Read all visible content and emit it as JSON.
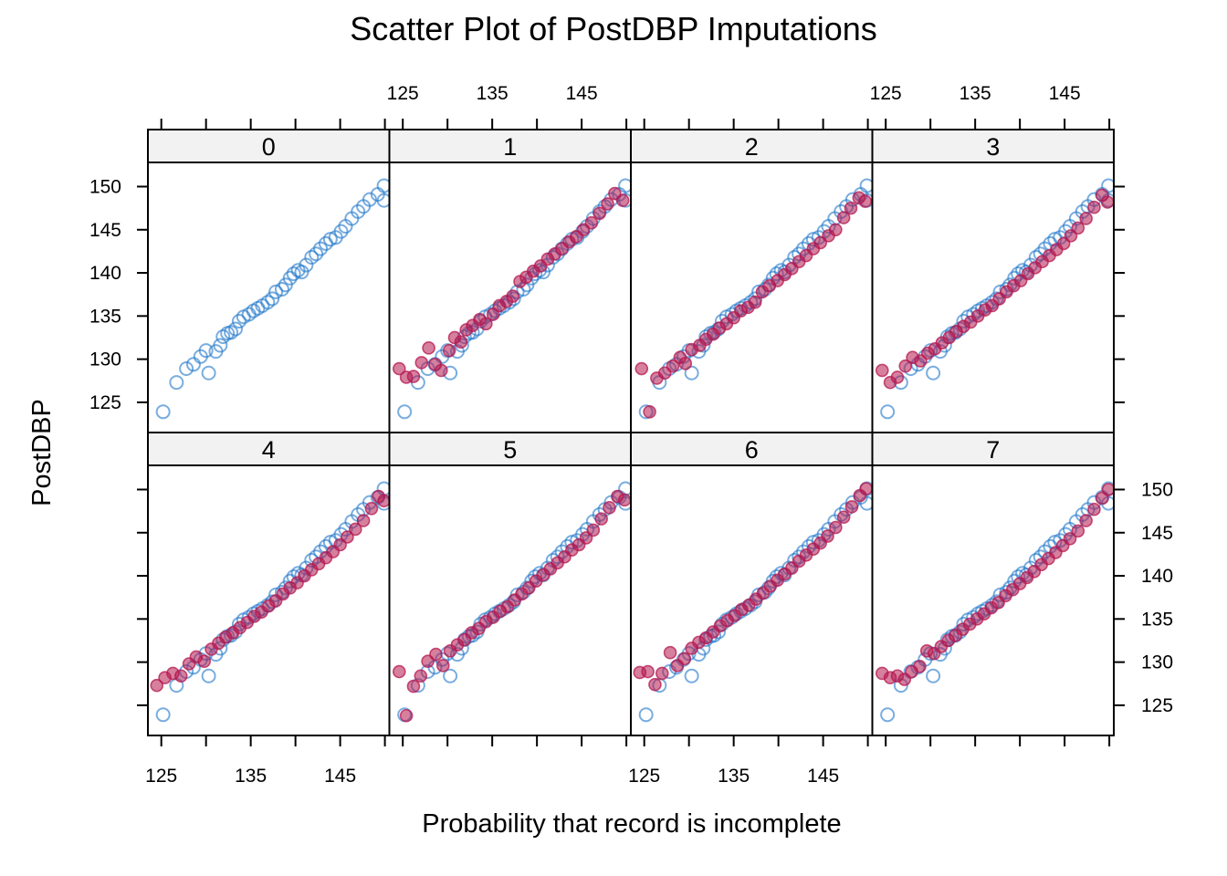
{
  "title": "Scatter Plot of PostDBP Imputations",
  "chart_data": {
    "type": "scatter",
    "title": "Scatter Plot of PostDBP Imputations",
    "xlabel": "Probability that record is incomplete",
    "ylabel": "PostDBP",
    "xlim": [
      123.5,
      150.5
    ],
    "ylim": [
      121.5,
      152.8
    ],
    "x_ticks": [
      125,
      130,
      135,
      140,
      145,
      150
    ],
    "x_tick_labels": [
      "125",
      "135",
      "145"
    ],
    "y_ticks": [
      125,
      130,
      135,
      140,
      145,
      150
    ],
    "y_tick_labels": [
      "125",
      "130",
      "135",
      "140",
      "145",
      "150"
    ],
    "panel_labels": [
      "0",
      "1",
      "2",
      "3",
      "4",
      "5",
      "6",
      "7"
    ],
    "grid": false,
    "legend": "none",
    "colors": {
      "observed": "#1f77c9",
      "imputed": "#b5174f",
      "strip_background": "#f2f2f2"
    },
    "series": [
      {
        "role": "observed",
        "x": [
          125.2,
          126.7,
          127.8,
          128.6,
          129.4,
          130.0,
          130.3,
          131.1,
          131.6,
          131.9,
          132.4,
          132.8,
          133.3,
          133.7,
          134.2,
          134.8,
          135.3,
          135.8,
          136.3,
          136.9,
          137.4,
          137.8,
          138.5,
          138.9,
          139.4,
          139.8,
          140.3,
          140.7,
          141.2,
          141.8,
          142.3,
          142.8,
          143.4,
          143.9,
          144.5,
          145.1,
          145.6,
          146.3,
          147.0,
          147.6,
          148.3,
          149.2,
          149.9,
          149.9
        ],
        "y": [
          123.9,
          127.3,
          128.9,
          129.4,
          130.3,
          131.0,
          128.4,
          130.9,
          131.6,
          132.6,
          133.0,
          133.1,
          133.5,
          134.4,
          134.9,
          135.2,
          135.6,
          135.9,
          136.2,
          136.6,
          137.0,
          137.8,
          138.1,
          138.6,
          139.4,
          139.9,
          140.3,
          140.1,
          140.9,
          141.8,
          142.2,
          142.8,
          143.4,
          143.9,
          144.1,
          144.8,
          145.4,
          146.3,
          147.1,
          147.7,
          148.5,
          149.1,
          150.1,
          148.4
        ]
      },
      {
        "panel": "1",
        "role": "imputed",
        "x": [
          124.6,
          125.4,
          126.2,
          127.1,
          127.9,
          128.6,
          129.3,
          130.2,
          130.8,
          131.5,
          132.1,
          132.8,
          133.6,
          134.3,
          135.1,
          135.8,
          136.6,
          137.3,
          138.1,
          138.8,
          139.6,
          140.4,
          141.2,
          142.0,
          142.8,
          143.6,
          144.4,
          145.2,
          146.1,
          147.0,
          147.9,
          148.7,
          149.6
        ],
        "y": [
          128.9,
          127.9,
          128.0,
          129.6,
          131.3,
          129.4,
          128.7,
          131.0,
          132.5,
          132.0,
          133.4,
          133.9,
          134.6,
          134.1,
          135.2,
          136.2,
          136.7,
          137.3,
          139.0,
          139.5,
          140.2,
          140.8,
          141.6,
          142.2,
          142.8,
          143.6,
          144.2,
          145.0,
          145.8,
          146.9,
          148.0,
          149.2,
          148.4
        ]
      },
      {
        "panel": "2",
        "role": "imputed",
        "x": [
          124.7,
          125.6,
          126.4,
          127.3,
          128.2,
          129.0,
          129.6,
          130.3,
          131.2,
          131.9,
          132.7,
          133.4,
          134.2,
          135.0,
          135.8,
          136.6,
          137.4,
          138.2,
          139.0,
          139.9,
          140.7,
          141.5,
          142.3,
          143.1,
          143.9,
          144.7,
          145.6,
          146.4,
          147.3,
          148.1,
          149.0,
          149.7
        ],
        "y": [
          128.9,
          123.9,
          127.8,
          128.4,
          129.2,
          130.2,
          129.5,
          131.1,
          131.6,
          132.3,
          132.9,
          133.6,
          134.1,
          134.8,
          135.6,
          136.0,
          136.6,
          137.8,
          138.5,
          139.1,
          139.8,
          140.5,
          141.3,
          142.0,
          142.8,
          143.5,
          144.3,
          145.0,
          146.4,
          147.5,
          148.7,
          148.3
        ]
      },
      {
        "panel": "3",
        "role": "imputed",
        "x": [
          124.6,
          125.5,
          126.3,
          127.2,
          128.0,
          128.9,
          129.7,
          130.5,
          131.3,
          132.1,
          132.9,
          133.7,
          134.5,
          135.3,
          136.1,
          136.9,
          137.7,
          138.5,
          139.3,
          140.1,
          140.9,
          141.7,
          142.5,
          143.3,
          144.1,
          144.9,
          145.7,
          146.5,
          147.4,
          148.3,
          149.2,
          149.8
        ],
        "y": [
          128.7,
          127.3,
          127.9,
          129.2,
          130.2,
          129.8,
          130.7,
          131.2,
          131.9,
          132.5,
          133.2,
          133.8,
          134.3,
          135.0,
          135.7,
          136.2,
          137.0,
          137.8,
          138.5,
          139.1,
          139.9,
          140.6,
          141.3,
          142.0,
          142.7,
          143.4,
          144.3,
          145.2,
          146.3,
          147.6,
          149.0,
          148.2
        ]
      },
      {
        "panel": "4",
        "role": "imputed",
        "x": [
          124.5,
          125.4,
          126.3,
          127.2,
          128.1,
          128.9,
          129.8,
          130.6,
          131.4,
          132.2,
          133.0,
          133.8,
          134.6,
          135.4,
          136.2,
          137.0,
          137.8,
          138.6,
          139.4,
          140.2,
          141.0,
          141.8,
          142.6,
          143.4,
          144.2,
          145.0,
          145.8,
          146.7,
          147.6,
          148.5,
          149.3,
          149.9
        ],
        "y": [
          127.3,
          128.2,
          128.7,
          128.4,
          129.8,
          130.6,
          130.1,
          131.5,
          132.2,
          132.9,
          133.4,
          134.0,
          134.6,
          135.3,
          135.8,
          136.5,
          137.1,
          137.9,
          138.6,
          139.2,
          140.0,
          140.7,
          141.4,
          142.1,
          142.8,
          143.6,
          144.5,
          145.4,
          146.4,
          147.8,
          149.2,
          148.7
        ]
      },
      {
        "panel": "5",
        "role": "imputed",
        "x": [
          124.6,
          125.4,
          126.2,
          127.0,
          127.8,
          128.7,
          129.5,
          130.3,
          131.1,
          131.9,
          132.7,
          133.5,
          134.3,
          135.1,
          135.9,
          136.7,
          137.5,
          138.3,
          139.1,
          139.9,
          140.7,
          141.5,
          142.3,
          143.1,
          143.9,
          144.7,
          145.5,
          146.3,
          147.2,
          148.1,
          149.0,
          149.8
        ],
        "y": [
          128.9,
          123.8,
          127.2,
          128.4,
          130.1,
          130.9,
          129.6,
          131.3,
          132.0,
          132.6,
          133.4,
          133.9,
          134.7,
          135.2,
          135.9,
          136.4,
          137.2,
          137.9,
          138.6,
          139.4,
          140.1,
          140.8,
          141.5,
          142.2,
          143.0,
          143.6,
          144.4,
          145.3,
          146.6,
          147.9,
          149.2,
          148.8
        ]
      },
      {
        "panel": "6",
        "role": "imputed",
        "x": [
          124.5,
          125.4,
          126.2,
          127.0,
          127.9,
          128.7,
          129.5,
          130.3,
          131.1,
          131.9,
          132.7,
          133.5,
          134.3,
          135.1,
          135.9,
          136.7,
          137.5,
          138.3,
          139.1,
          139.9,
          140.7,
          141.5,
          142.3,
          143.1,
          143.9,
          144.7,
          145.5,
          146.4,
          147.3,
          148.2,
          149.1,
          149.8
        ],
        "y": [
          128.8,
          128.9,
          127.4,
          128.7,
          131.1,
          129.6,
          130.4,
          131.6,
          132.3,
          132.8,
          133.5,
          134.2,
          134.8,
          135.4,
          136.1,
          136.6,
          137.3,
          138.0,
          138.8,
          139.5,
          140.2,
          140.9,
          141.7,
          142.4,
          143.1,
          143.8,
          144.6,
          145.6,
          146.8,
          148.0,
          149.3,
          150.1
        ]
      },
      {
        "panel": "7",
        "role": "imputed",
        "x": [
          124.6,
          125.5,
          126.3,
          127.1,
          127.9,
          128.8,
          129.6,
          130.4,
          131.2,
          132.0,
          132.8,
          133.6,
          134.4,
          135.2,
          136.0,
          136.8,
          137.6,
          138.4,
          139.2,
          140.0,
          140.8,
          141.6,
          142.4,
          143.2,
          144.0,
          144.8,
          145.6,
          146.5,
          147.4,
          148.3,
          149.2,
          149.9
        ],
        "y": [
          128.7,
          128.2,
          128.4,
          128.0,
          128.9,
          129.5,
          131.3,
          131.0,
          131.8,
          132.5,
          133.1,
          133.8,
          134.4,
          135.0,
          135.6,
          136.3,
          136.9,
          137.7,
          138.4,
          139.1,
          139.8,
          140.5,
          141.3,
          142.0,
          142.7,
          143.5,
          144.3,
          145.2,
          146.4,
          147.7,
          149.0,
          150.0
        ]
      }
    ]
  }
}
